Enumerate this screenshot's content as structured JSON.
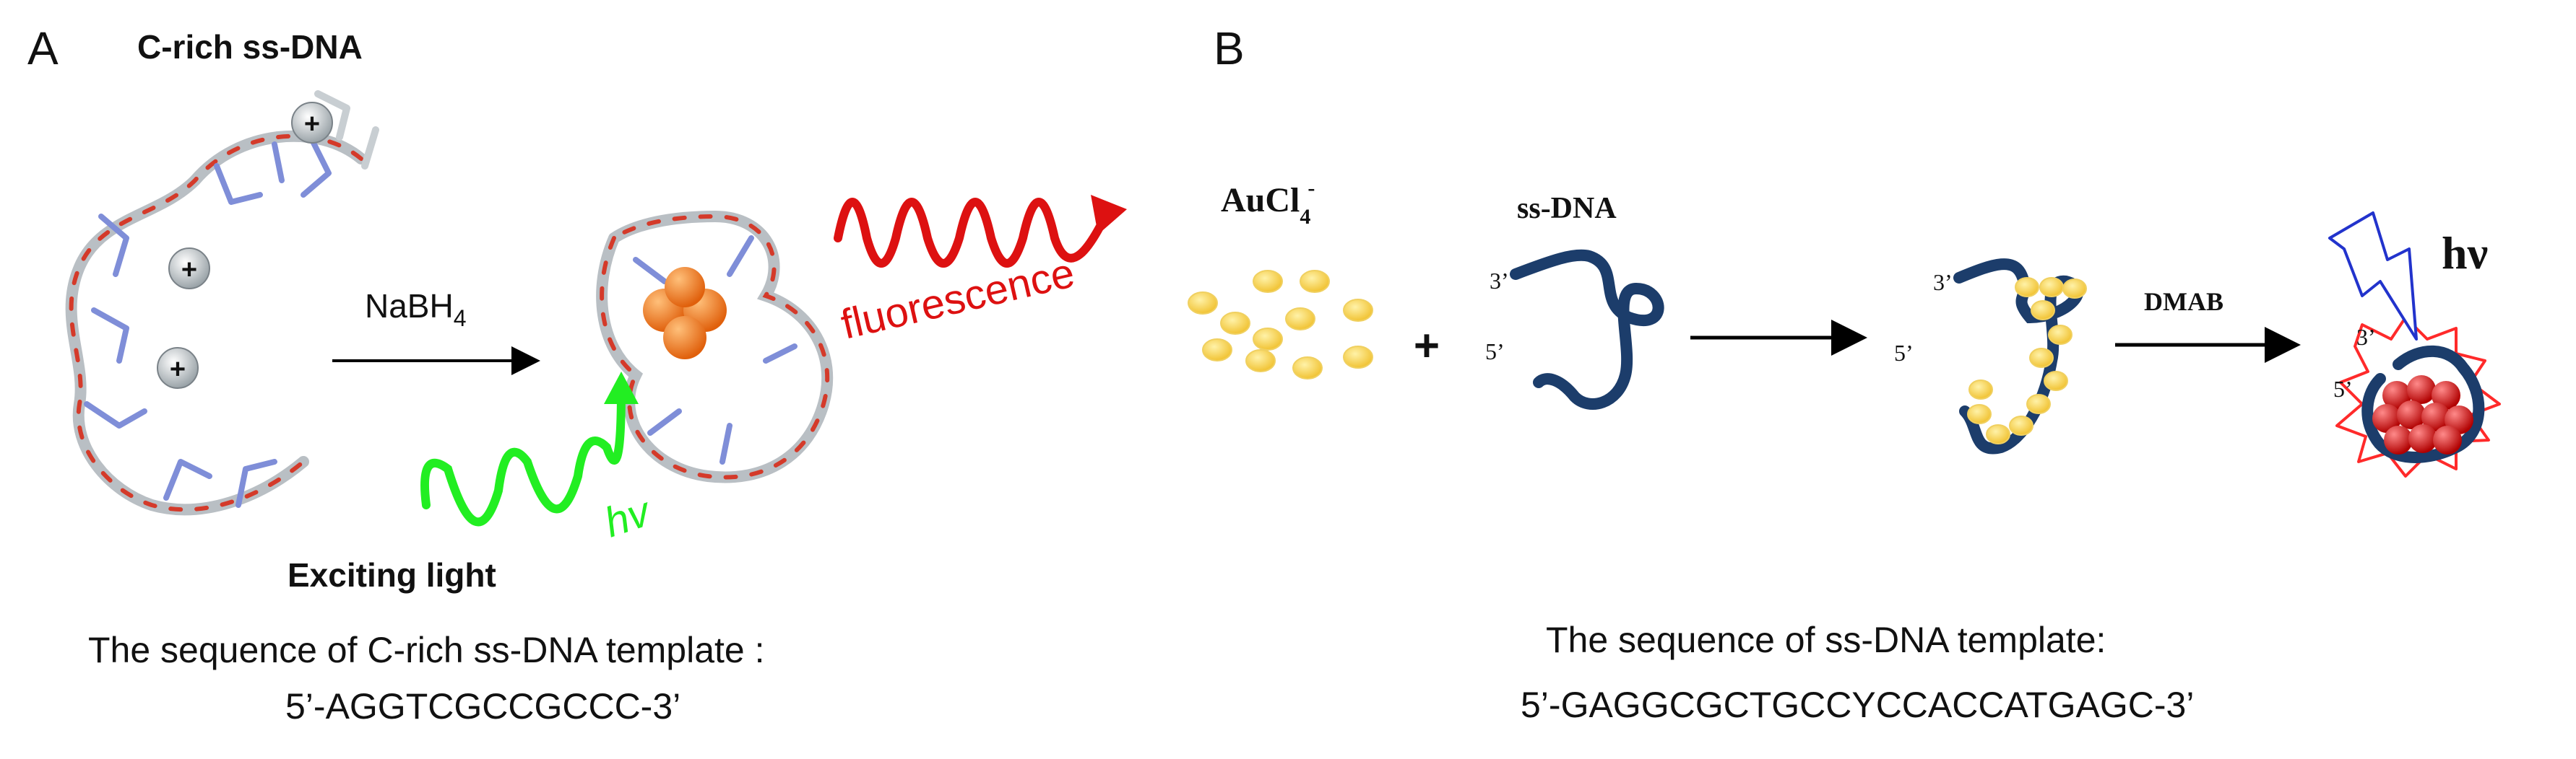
{
  "panel_a": {
    "letter": "A",
    "title": "C-rich ss-DNA",
    "reagent_main": "NaBH",
    "reagent_sub": "4",
    "plus_sign": "+",
    "emission_label": "fluorescence",
    "excitation_symbol": "hv",
    "excitation_label": "Exciting light",
    "sequence_heading": "The sequence of C-rich ss-DNA template :",
    "sequence": "5’-AGGTCGCCGCCC-3’",
    "colors": {
      "emission": "#dd1111",
      "excitation": "#22ee22",
      "cluster": "#f07a1e"
    }
  },
  "panel_b": {
    "letter": "B",
    "precursor_main": "AuCl",
    "precursor_sub": "4",
    "precursor_sup": "-",
    "dna_label": "ss-DNA",
    "plus_sign": "+",
    "end_3": "3’",
    "end_5": "5’",
    "reductant": "DMAB",
    "light_symbol": "hν",
    "sequence_heading": "The sequence of ss-DNA template:",
    "sequence": "5’-GAGGCGCTGCCYCCACCATGAGC-3’",
    "colors": {
      "dna_strand": "#1c3d6b",
      "gold_ion": "#f5c93a",
      "cluster": "#e01010",
      "burst": "#ff2a2a",
      "lightning": "#2233cc"
    }
  }
}
